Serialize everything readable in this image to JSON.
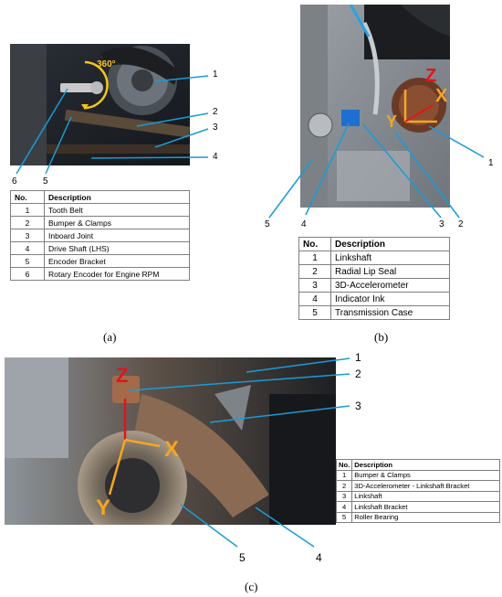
{
  "panels": [
    {
      "caption": "(a)",
      "angle_label": "360°",
      "callouts": [
        "1",
        "2",
        "3",
        "4",
        "5",
        "6"
      ],
      "table_header": {
        "no": "No.",
        "desc": "Description"
      },
      "rows": [
        {
          "no": "1",
          "desc": "Tooth Belt"
        },
        {
          "no": "2",
          "desc": "Bumper & Clamps"
        },
        {
          "no": "3",
          "desc": "Inboard Joint"
        },
        {
          "no": "4",
          "desc": "Drive Shaft (LHS)"
        },
        {
          "no": "5",
          "desc": "Encoder Bracket"
        },
        {
          "no": "6",
          "desc": "Rotary Encoder for Engine RPM"
        }
      ]
    },
    {
      "caption": "(b)",
      "axes": {
        "z": "Z",
        "x": "X",
        "y": "Y"
      },
      "callouts": [
        "1",
        "2",
        "3",
        "4",
        "5"
      ],
      "table_header": {
        "no": "No.",
        "desc": "Description"
      },
      "rows": [
        {
          "no": "1",
          "desc": "Linkshaft"
        },
        {
          "no": "2",
          "desc": "Radial Lip Seal"
        },
        {
          "no": "3",
          "desc": "3D-Accelerometer"
        },
        {
          "no": "4",
          "desc": "Indicator Ink"
        },
        {
          "no": "5",
          "desc": "Transmission Case"
        }
      ]
    },
    {
      "caption": "(c)",
      "axes": {
        "z": "Z",
        "x": "X",
        "y": "Y"
      },
      "callouts": [
        "1",
        "2",
        "3",
        "4",
        "5"
      ],
      "table_header": {
        "no": "No.",
        "desc": "Description"
      },
      "rows": [
        {
          "no": "1",
          "desc": "Bumper & Clamps"
        },
        {
          "no": "2",
          "desc": "3D-Accelerometer - Linkshaft Bracket"
        },
        {
          "no": "3",
          "desc": "Linkshaft"
        },
        {
          "no": "4",
          "desc": "Linkshaft Bracket"
        },
        {
          "no": "5",
          "desc": "Roller Bearing"
        }
      ]
    }
  ],
  "colors": {
    "callout_line": "#1a9bd7",
    "axis_z": "#e0161b",
    "axis_xy": "#f5a623"
  }
}
